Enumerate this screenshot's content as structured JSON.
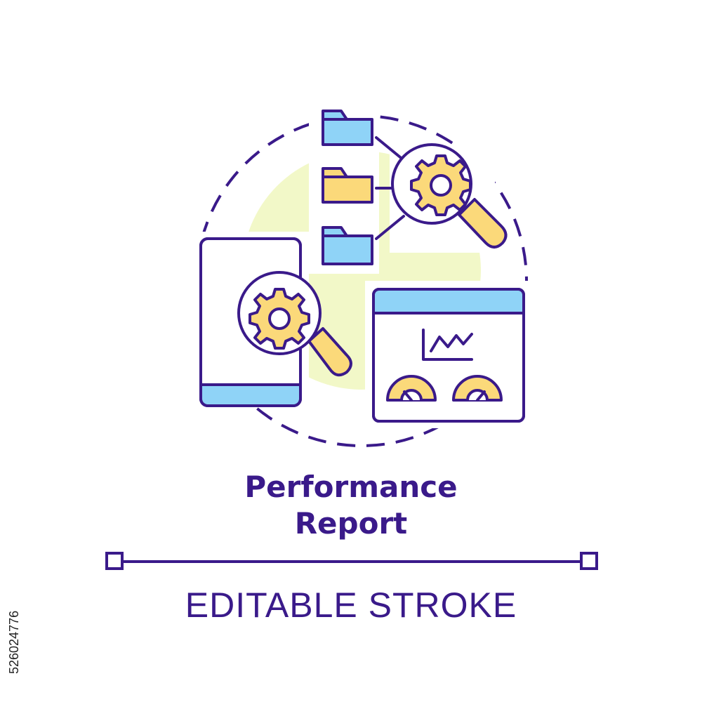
{
  "title_lines": [
    "Performance",
    "Report"
  ],
  "editable_label": "EDITABLE STROKE",
  "stock_id": "526024776",
  "colors": {
    "stroke": "#3a1a8a",
    "yellow": "#fbd97a",
    "blue": "#8fd3f7",
    "lime_blob": "#f2f8c8",
    "background": "#ffffff"
  },
  "icons": [
    "dashed-circle-icon",
    "folder-icon",
    "magnifier-gear-icon",
    "smartphone-icon",
    "dashboard-window-icon",
    "line-chart-icon",
    "gauge-icon"
  ]
}
